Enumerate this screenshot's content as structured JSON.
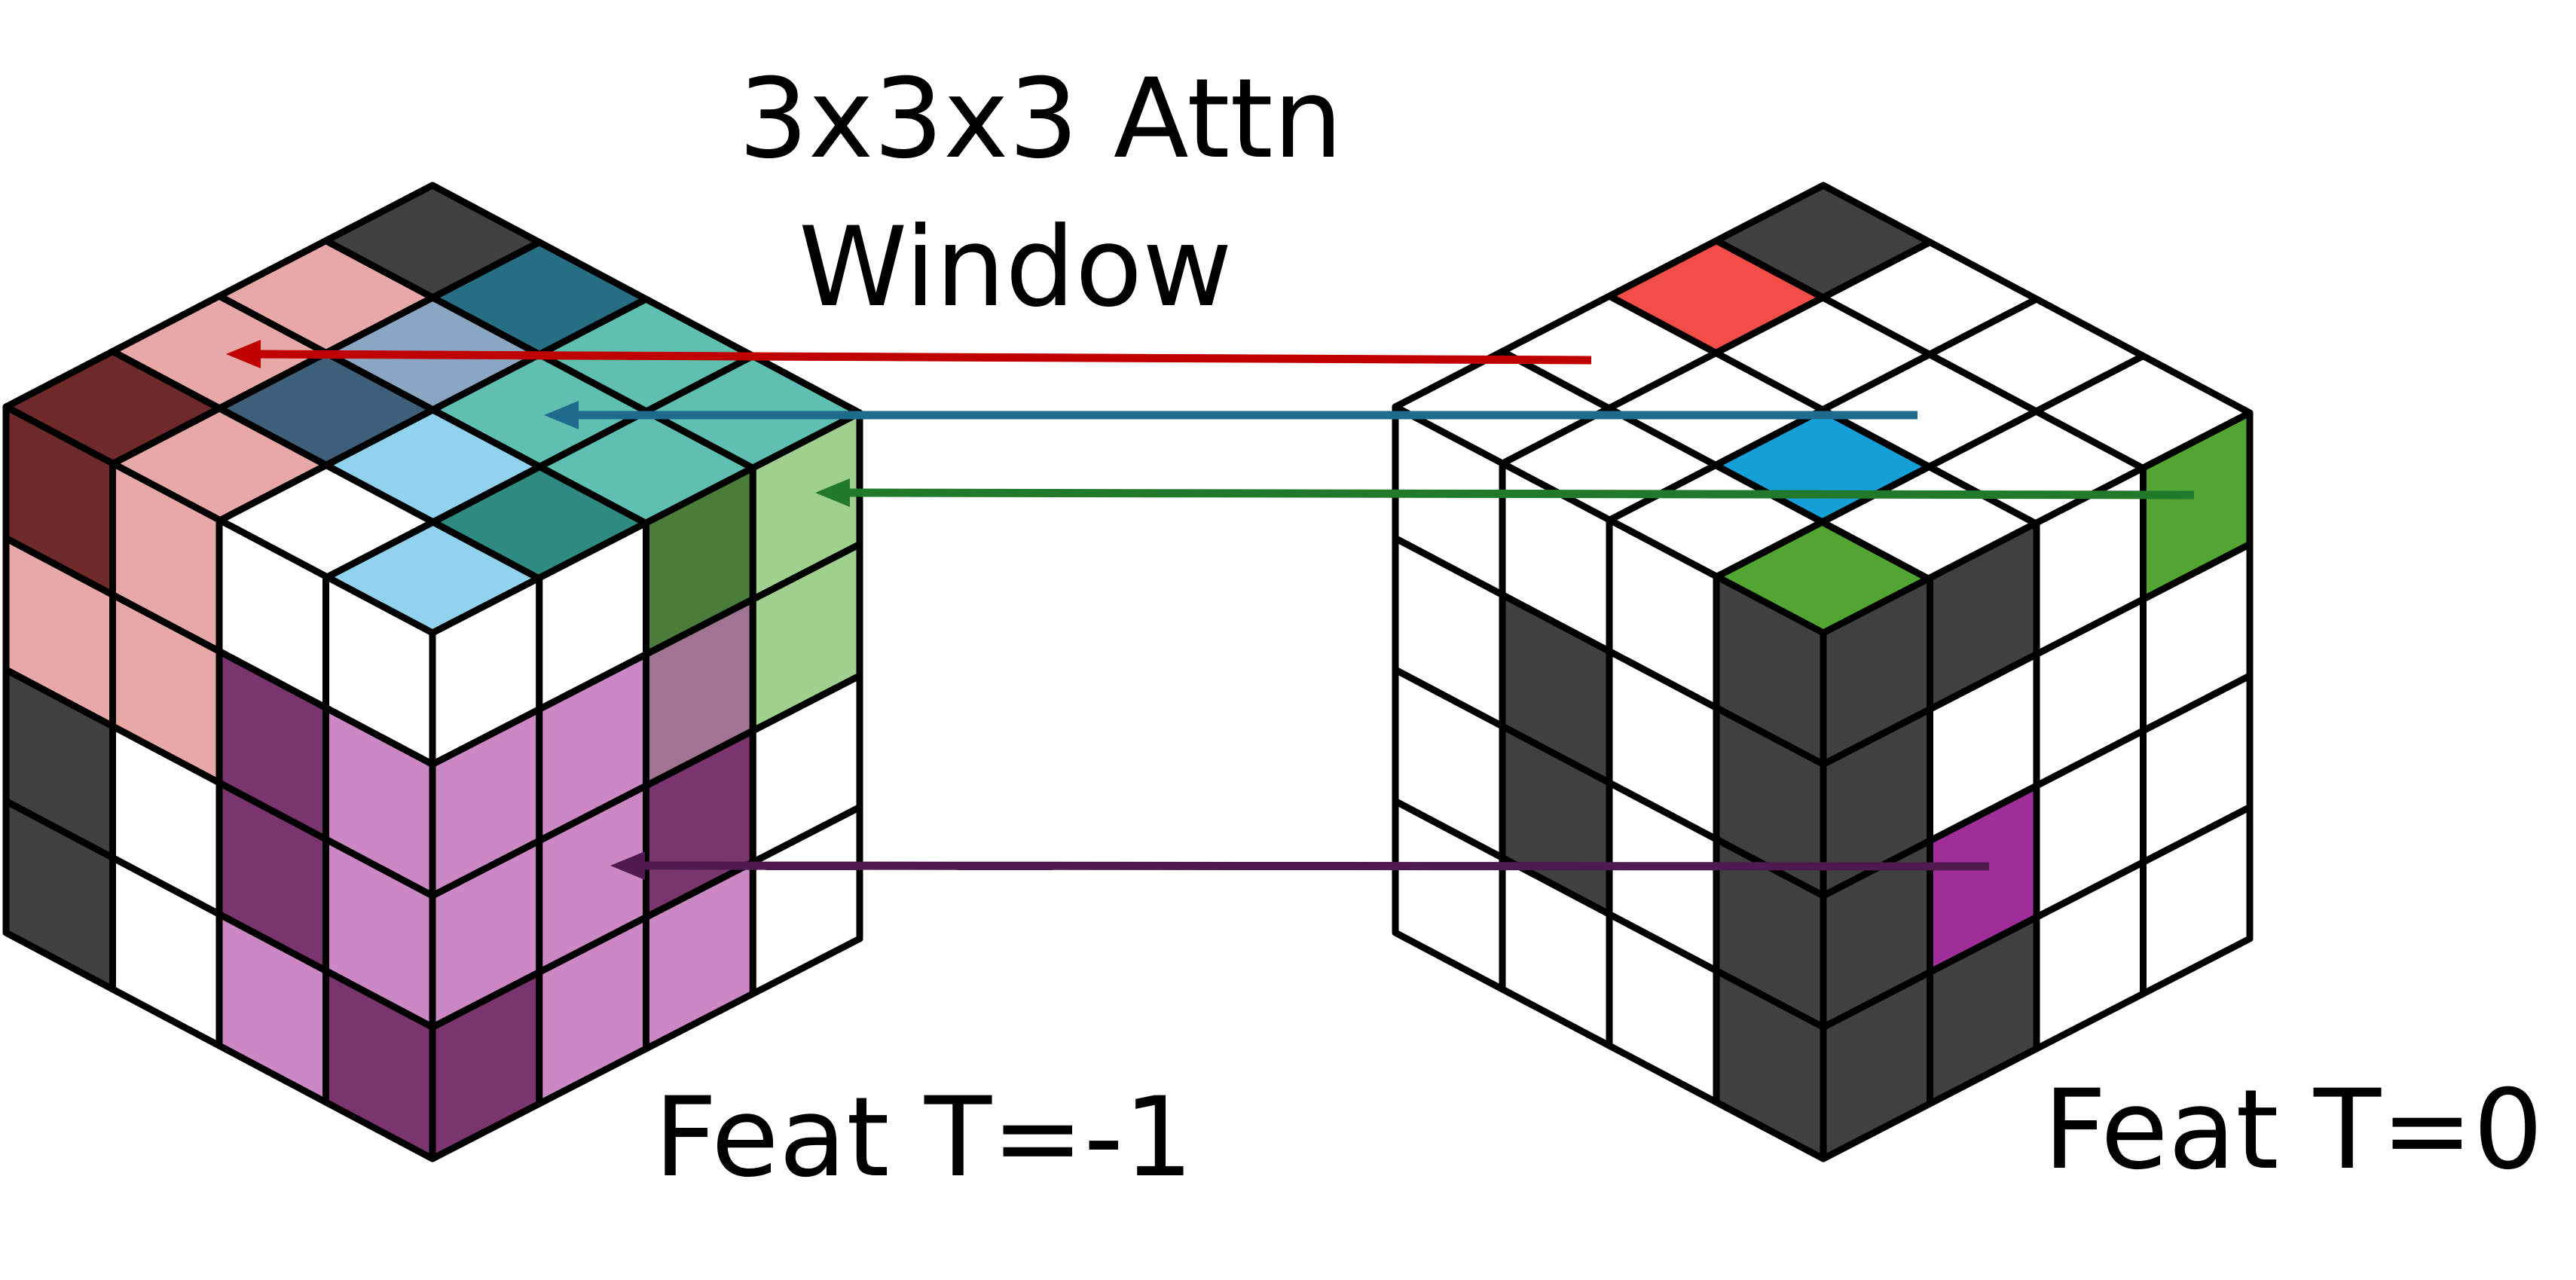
{
  "title": {
    "line1": "3x3x3 Attn",
    "line2": "Window"
  },
  "left_cube": {
    "caption": "Feat T=-1"
  },
  "right_cube": {
    "caption": "Feat T=0"
  },
  "arrows": [
    {
      "name": "red",
      "color": "#c00000"
    },
    {
      "name": "blue",
      "color": "#1f6b8e"
    },
    {
      "name": "green",
      "color": "#217a2b"
    },
    {
      "name": "purple",
      "color": "#4f1a4f"
    }
  ],
  "colors": {
    "dark": "#404040",
    "outline": "#000000",
    "background": "#ffffff",
    "pink": "#e8a8a8",
    "dark_red": "#6e2a2a",
    "steel_blue": "#8aa6c3",
    "dark_teal": "#276e85",
    "navy_teal": "#3d5f7a",
    "teal": "#5fbfb0",
    "deep_teal": "#2f8a80",
    "light_blue": "#91d3ee",
    "light_green": "#9fd08e",
    "dark_green": "#4a7c3a",
    "orchid": "#cc88c4",
    "plum": "#7a356e",
    "mauve": "#a07492",
    "red_query": "#f24d48",
    "blue_query": "#149fd7",
    "green_query": "#52a532",
    "purple_query": "#a02e98"
  }
}
